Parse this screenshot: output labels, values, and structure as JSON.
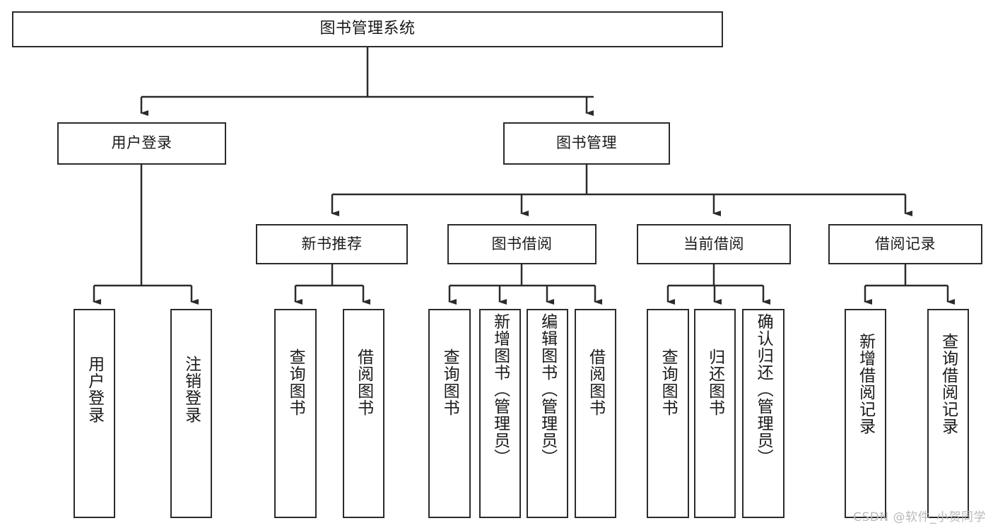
{
  "diagram": {
    "type": "tree",
    "title": "图书管理系统",
    "watermark": "CSDN @软件_小贺同学",
    "colors": {
      "box_border": "#2b2b2b",
      "box_fill": "#ffffff",
      "edge": "#2b2b2b",
      "text": "#1a1a1a",
      "watermark": "#b9b9b9"
    },
    "nodes": {
      "root": {
        "label": "图书管理系统"
      },
      "level2": [
        {
          "label": "用户登录"
        },
        {
          "label": "图书管理"
        }
      ],
      "level3": [
        {
          "label": "新书推荐"
        },
        {
          "label": "图书借阅"
        },
        {
          "label": "当前借阅"
        },
        {
          "label": "借阅记录"
        }
      ],
      "leaves": {
        "user_login": [
          {
            "label": "用户登录"
          },
          {
            "label": "注销登录"
          }
        ],
        "new_book": [
          {
            "label": "查询图书"
          },
          {
            "label": "借阅图书"
          }
        ],
        "book_borrow": [
          {
            "label": "查询图书"
          },
          {
            "label": "新增图书（管理员）"
          },
          {
            "label": "编辑图书（管理员）"
          },
          {
            "label": "借阅图书"
          }
        ],
        "current_borrow": [
          {
            "label": "查询图书"
          },
          {
            "label": "归还图书"
          },
          {
            "label": "确认归还（管理员）"
          }
        ],
        "borrow_record": [
          {
            "label": "新增借阅记录"
          },
          {
            "label": "查询借阅记录"
          }
        ]
      }
    }
  }
}
